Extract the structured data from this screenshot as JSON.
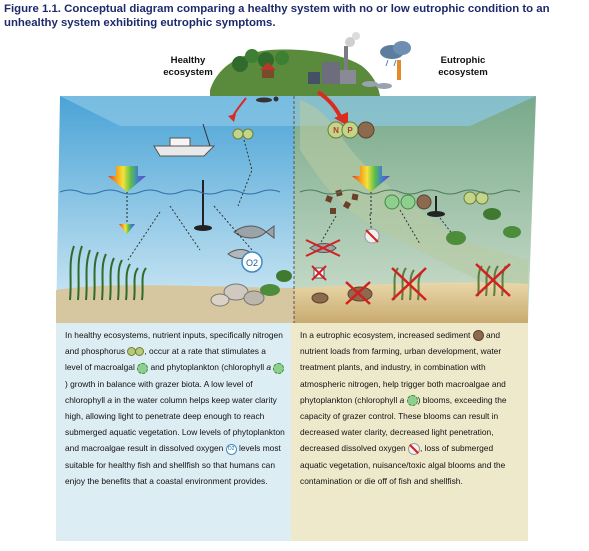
{
  "figure": {
    "title": "Figure 1.1. Conceptual diagram comparing a healthy system with no or low eutrophic condition to an unhealthy system exhibiting eutrophic symptoms."
  },
  "labels": {
    "healthy_title_line1": "Healthy",
    "healthy_title_line2": "ecosystem",
    "eutrophic_title_line1": "Eutrophic",
    "eutrophic_title_line2": "ecosystem",
    "nitrogen_marker": "N",
    "phosphorus_marker": "P",
    "oxygen_marker": "O2"
  },
  "colors": {
    "healthy_water": "#59a8d6",
    "eutrophic_water": "#7fa684",
    "healthy_panel": "#dcedf4",
    "eutrophic_panel": "#efe9cc",
    "title_color": "#1d2a6b",
    "nutrient_arrow": "#d92b1f"
  },
  "healthy_text": {
    "s1": "In healthy ecosystems, nutrient inputs, specifically nitrogen and phosphorus",
    "s2": ", occur at a rate that stimulates a level of macroalgal",
    "s3": "and phytoplankton (chlorophyll",
    "s3a": "a",
    "s4": ") growth in balance with grazer biota. A low level of chlorophyll",
    "s4a": "a",
    "s5": "in the water column helps keep water clarity high",
    "s6": ", allowing light to penetrate",
    "s7": "deep enough to reach submerged aquatic vegetation",
    "s8": ". Low levels of phytoplankton and macroalgae result in dissolved oxygen",
    "s9": "levels most suitable for healthy fish",
    "s10": "and shellfish",
    "s11": "so that humans can enjoy the benefits",
    "s12": "that a coastal environment provides."
  },
  "eutrophic_text": {
    "s1": "In a eutrophic ecosystem, increased sediment",
    "s2": "and nutrient loads",
    "s3": "from farming",
    "s4": ", urban development",
    "s5": ", water treatment plants",
    "s6": ", and industry",
    "s7": ", in combination with atmospheric nitrogen",
    "s8": ", help trigger both macroalgae",
    "s9": "and phytoplankton (chlorophyll",
    "s9a": "a",
    "s10": ") blooms, exceeding the capacity of grazer control. These blooms can result in decreased water clarity",
    "s11": ", decreased light penetration",
    "s12": ", decreased dissolved oxygen",
    "s13": ", loss of submerged aquatic vegetation",
    "s14": ", nuisance/toxic algal blooms",
    "s15": "and the contamination or die off of fish",
    "s16": "and shellfish",
    "s17": "."
  }
}
